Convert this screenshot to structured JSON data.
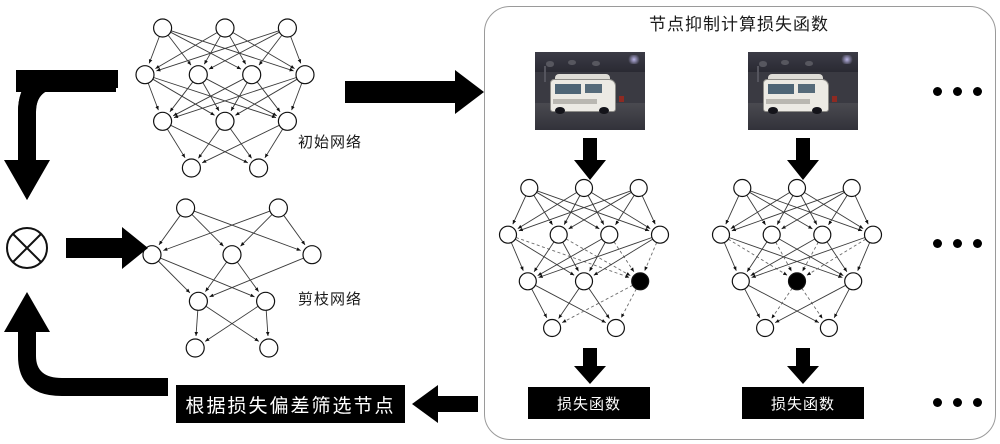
{
  "diagram": {
    "title_panel": {
      "title": "节点抑制计算损失函数"
    },
    "left_flow": {
      "initial_network_label": "初始网络",
      "pruned_network_label": "剪枝网络",
      "combine_operator": "⊗",
      "combine_operator_name": "circled-times"
    },
    "bottom_box": {
      "label": "根据损失偏差筛选节点"
    },
    "loss_boxes": [
      {
        "label": "损失函数"
      },
      {
        "label": "损失函数"
      }
    ],
    "ellipses": [
      {
        "dots": 3,
        "position": "top-right"
      },
      {
        "dots": 3,
        "position": "middle-right"
      },
      {
        "dots": 3,
        "position": "bottom-right"
      }
    ],
    "networks": {
      "initial": {
        "name": "initial-network",
        "layers": [
          3,
          4,
          3,
          2
        ],
        "suppressed_node": null,
        "dashed_edges": false
      },
      "pruned": {
        "name": "pruned-network",
        "layers": [
          2,
          3,
          2,
          2
        ],
        "suppressed_node": null,
        "dashed_edges": false
      },
      "suppressed_1": {
        "name": "suppressed-network-1",
        "layers": [
          3,
          4,
          3,
          2
        ],
        "suppressed_node": {
          "layer": 2,
          "index": 2
        },
        "dashed_edges": true
      },
      "suppressed_2": {
        "name": "suppressed-network-2",
        "layers": [
          3,
          4,
          3,
          2
        ],
        "suppressed_node": {
          "layer": 2,
          "index": 1
        },
        "dashed_edges": true
      }
    },
    "photos": [
      {
        "name": "van-photo-1",
        "alt": "white van on road"
      },
      {
        "name": "van-photo-2",
        "alt": "white van on road"
      }
    ],
    "arrows": [
      {
        "name": "arrow-initial-to-panel",
        "direction": "right"
      },
      {
        "name": "arrow-loop-top-down",
        "direction": "elbow-down"
      },
      {
        "name": "arrow-combine-to-pruned",
        "direction": "right"
      },
      {
        "name": "arrow-loop-bottom-up",
        "direction": "elbow-up"
      },
      {
        "name": "arrow-panel-to-select",
        "direction": "left"
      },
      {
        "name": "arrow-photo1-to-net1",
        "direction": "down"
      },
      {
        "name": "arrow-photo2-to-net2",
        "direction": "down"
      },
      {
        "name": "arrow-net1-to-loss1",
        "direction": "down"
      },
      {
        "name": "arrow-net2-to-loss2",
        "direction": "down"
      }
    ],
    "colors": {
      "ink": "#000000",
      "panel_border": "#9a9a9a",
      "edge": "#3a3a3a",
      "node_fill": "#ffffff",
      "suppressed_fill": "#000000",
      "background": "#ffffff"
    }
  }
}
